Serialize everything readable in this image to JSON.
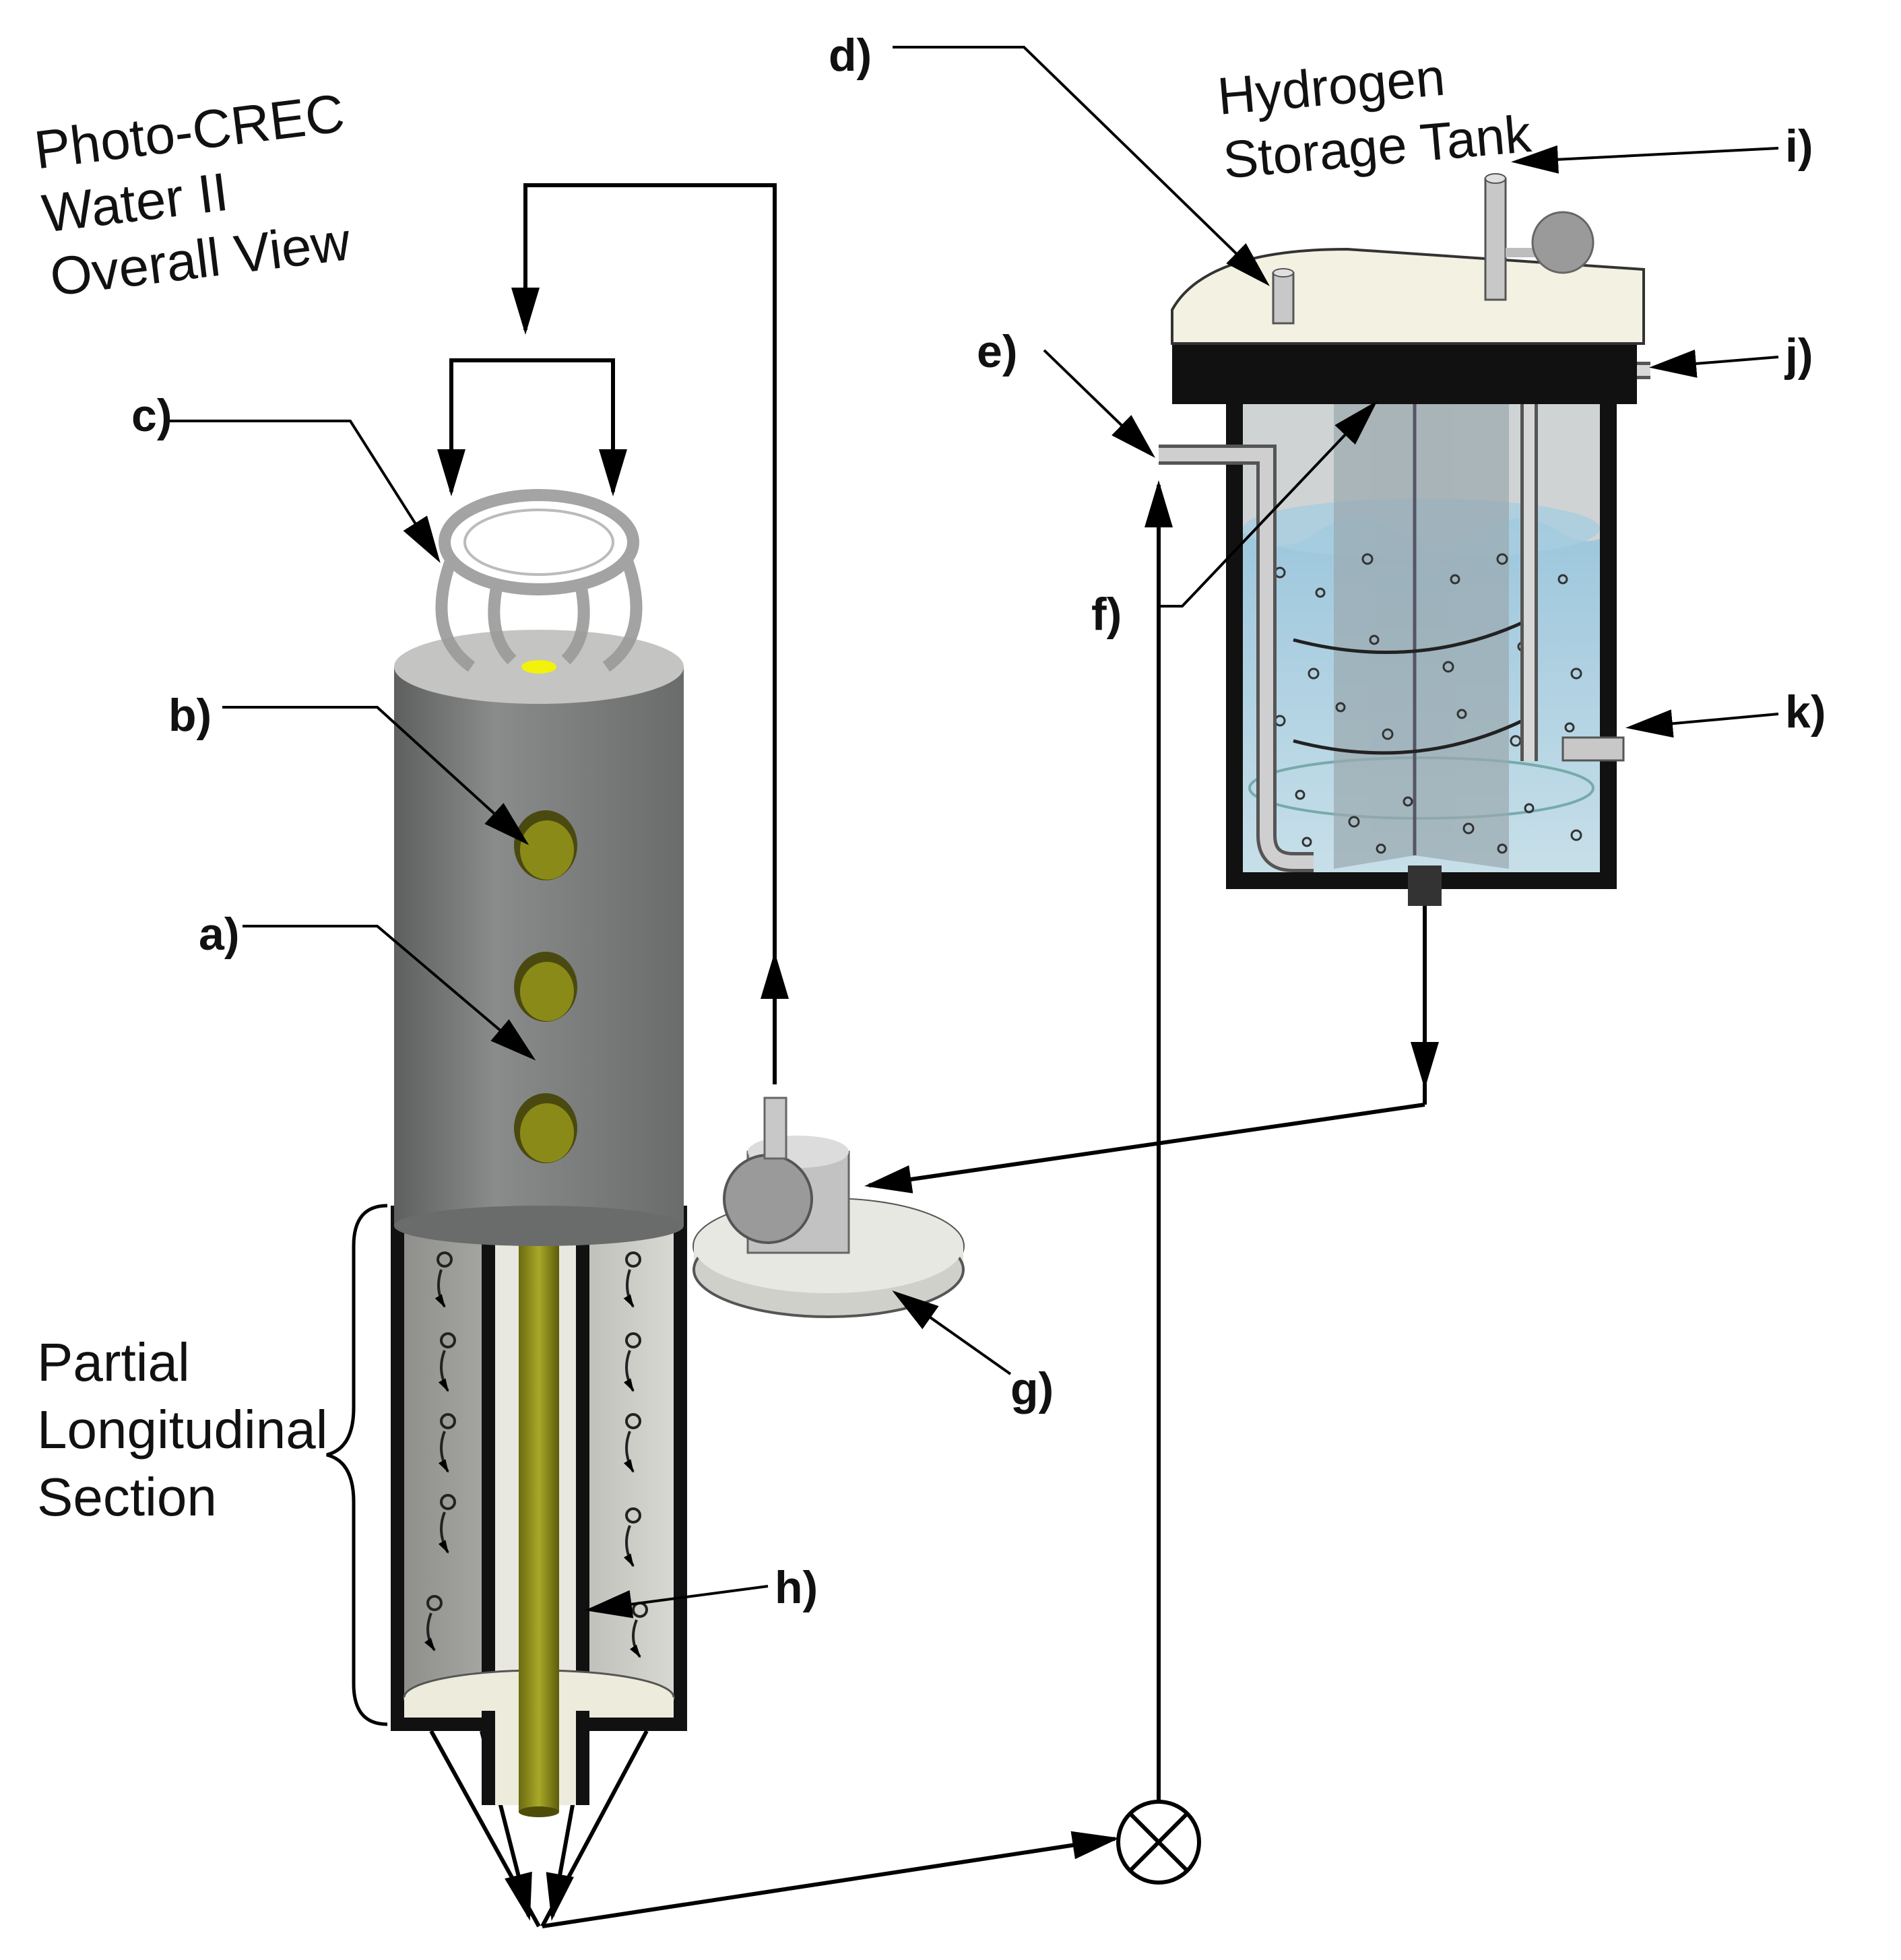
{
  "title": {
    "lines": [
      "Photo-CREC",
      "Water II",
      "Overall View"
    ]
  },
  "tank_title": {
    "lines": [
      "Hydrogen",
      "Storage Tank"
    ]
  },
  "section_label": {
    "lines": [
      "Partial",
      "Longitudinal",
      "Section"
    ]
  },
  "labels": {
    "a": "a)",
    "b": "b)",
    "c": "c)",
    "d": "d)",
    "e": "e)",
    "f": "f)",
    "g": "g)",
    "h": "h)",
    "i": "i)",
    "j": "j)",
    "k": "k)"
  },
  "colors": {
    "reactor_body": "#7b7d7d",
    "reactor_top": "#c9c9c9",
    "lamp": "#8a8a18",
    "lamp_glow": "#f2f20a",
    "tank_lid": "#f3f2e2",
    "water": "#a9cfe0",
    "wall": "#111111",
    "pump": "#c8c8c8",
    "line": "#000000"
  },
  "icons": {
    "valve": "valve-cross-icon",
    "pump": "centrifugal-pump-icon"
  }
}
